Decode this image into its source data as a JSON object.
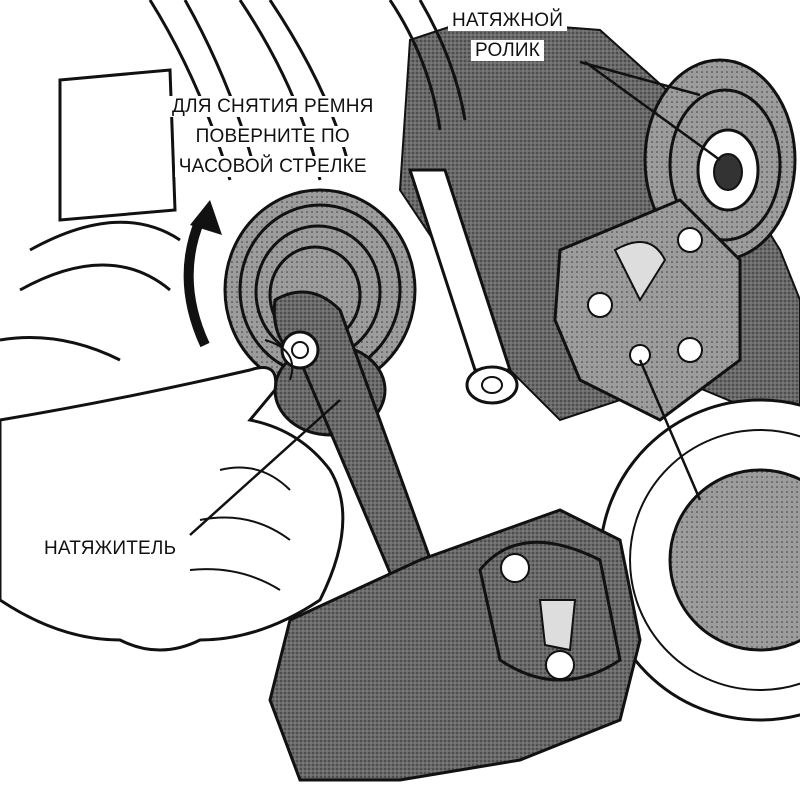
{
  "labels": {
    "idler_roller": [
      "НАТЯЖНОЙ",
      "РОЛИК"
    ],
    "instruction": [
      "ДЛЯ СНЯТИЯ РЕМНЯ",
      "ПОВЕРНИТЕ ПО",
      "ЧАСОВОЙ СТРЕЛКЕ"
    ],
    "tensioner": "НАТЯЖИТЕЛЬ"
  },
  "colors": {
    "ink": "#111111",
    "shade": "#5a5a5a",
    "paper": "#ffffff"
  }
}
